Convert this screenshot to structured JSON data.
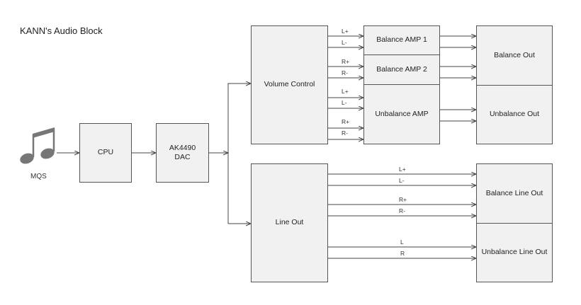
{
  "title": "KANN's Audio Block",
  "source_label": "MQS",
  "blocks": {
    "cpu": "CPU",
    "dac_line1": "AK4490",
    "dac_line2": "DAC",
    "volume": "Volume Control",
    "bal_amp1": "Balance AMP 1",
    "bal_amp2": "Balance AMP 2",
    "unbal_amp": "Unbalance AMP",
    "bal_out": "Balance Out",
    "unbal_out": "Unbalance Out",
    "line_out": "Line Out",
    "bal_line_out": "Balance Line Out",
    "unbal_line_out": "Unbalance Line Out"
  },
  "vol_signals": [
    "L+",
    "L-",
    "R+",
    "R-",
    "L+",
    "L-",
    "R+",
    "R-"
  ],
  "line_signals": [
    "L+",
    "L-",
    "R+",
    "R-",
    "L",
    "R"
  ],
  "colors": {
    "box_fill": "#f1f1f1",
    "stroke": "#444444",
    "note": "#333333"
  },
  "icon": "music-note-icon"
}
